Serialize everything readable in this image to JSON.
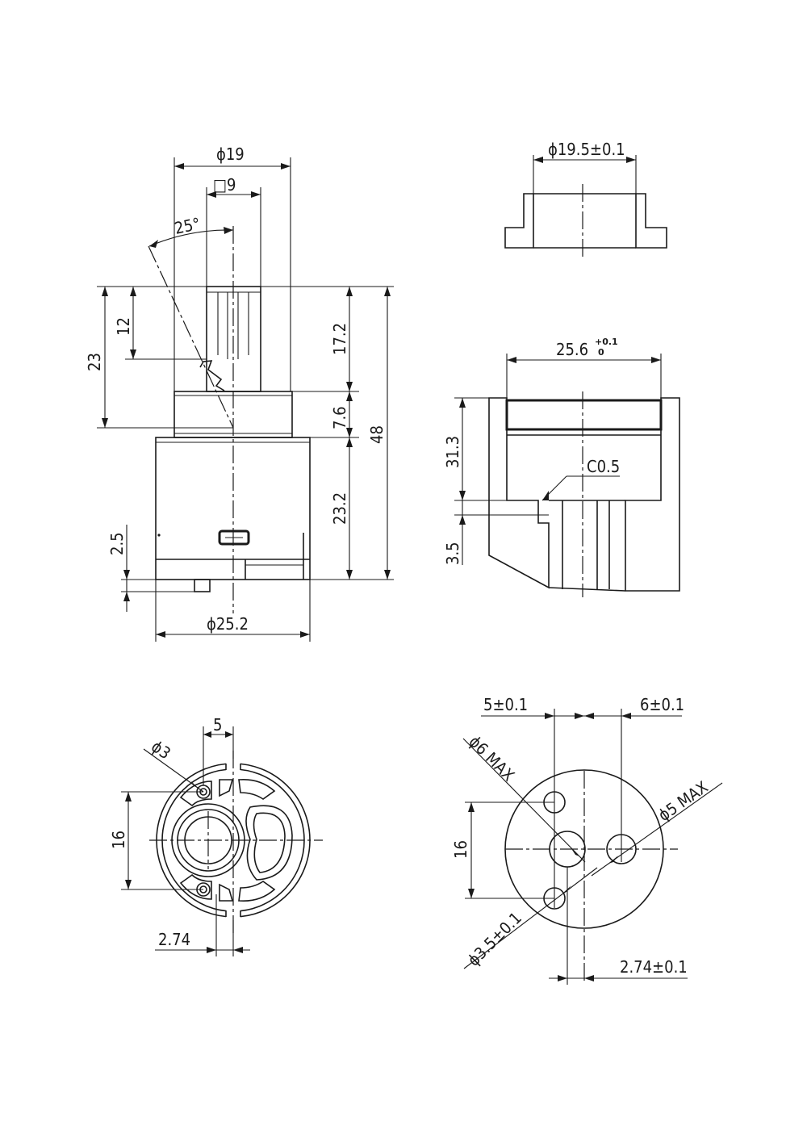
{
  "labels": {
    "dia19": "ϕ19",
    "sq9": "□9",
    "ang25": "25°",
    "d12": "12",
    "d23": "23",
    "d172": "17.2",
    "d76": "7.6",
    "d48": "48",
    "d232": "23.2",
    "d25": "2.5",
    "dia252": "ϕ25.2",
    "dia195": "ϕ19.5±0.1",
    "d256": "25.6",
    "d256tol_up": "+0.1",
    "d256tol_lo": "0",
    "d313": "31.3",
    "c05": "C0.5",
    "d35": "3.5",
    "d5": "5",
    "dia3": "ϕ3",
    "d16a": "16",
    "d274": "2.74",
    "d5tol": "5±0.1",
    "d6tol": "6±0.1",
    "dia6max": "ϕ6 MAX",
    "dia5max": "ϕ5 MAX",
    "d16b": "16",
    "dia35": "ϕ3.5±0.1",
    "d274tol": "2.74±0.1"
  }
}
